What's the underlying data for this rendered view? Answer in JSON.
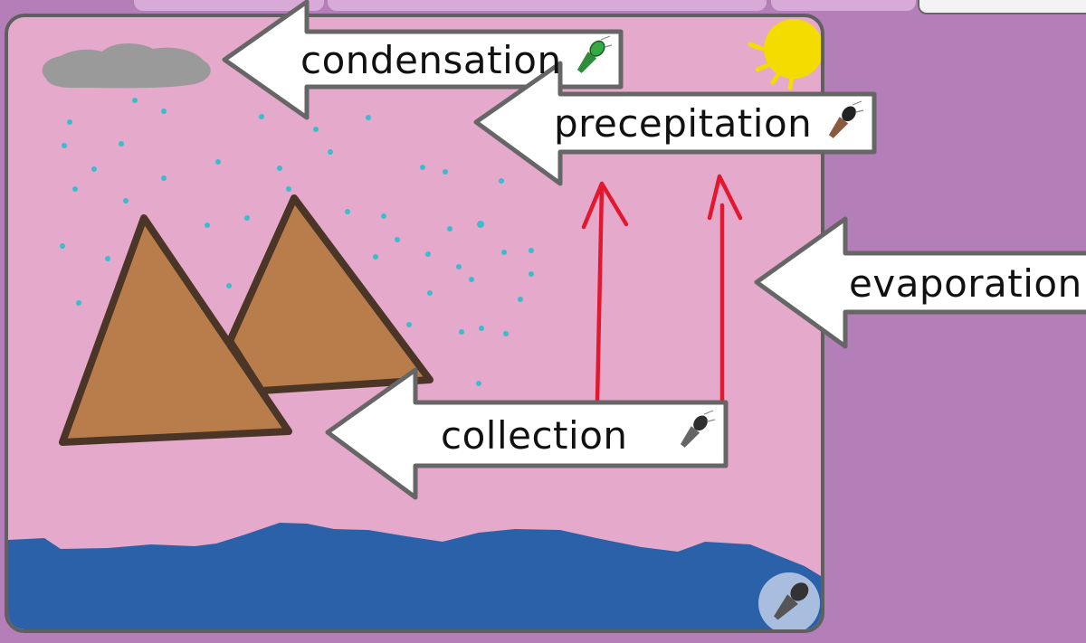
{
  "labels": {
    "condensation": "condensation",
    "precipitation": "precepitation",
    "evaporation": "evaporation",
    "collection": "collection"
  },
  "icons": {
    "condensation_mic": "microphone-icon",
    "precipitation_mic": "microphone-icon",
    "collection_mic": "microphone-icon",
    "record_button": "microphone-icon"
  },
  "colors": {
    "background": "#b47fb8",
    "canvas": "#e4a9cb",
    "water": "#2a61a8",
    "mountains": "#b87d4a",
    "sun": "#f5dc00",
    "cloud": "#9a9a9a",
    "rain": "#3bbccc",
    "arrows": "#e2182f"
  }
}
